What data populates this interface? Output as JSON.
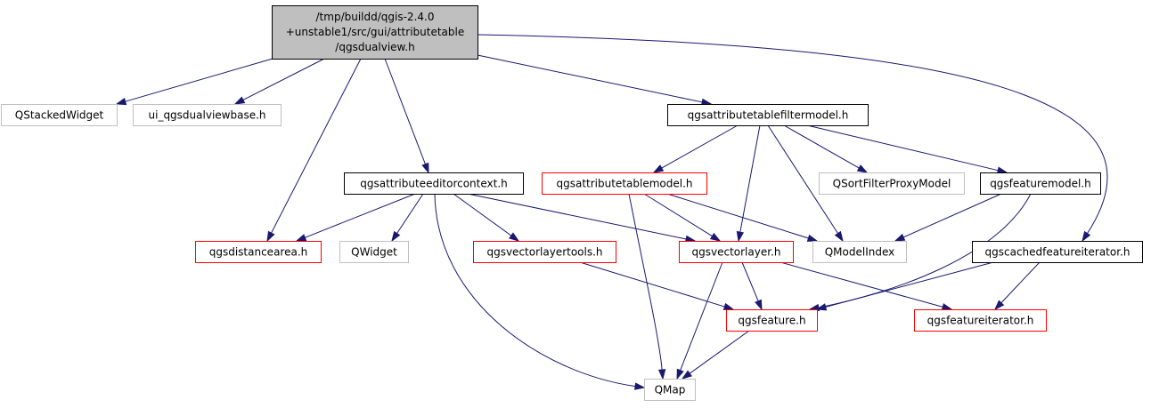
{
  "nodes": {
    "main": {
      "lines": [
        "/tmp/buildd/qgis-2.4.0",
        "+unstable1/src/gui/attributetable",
        "/qgsdualview.h"
      ],
      "border": "#000000",
      "fill": "#bfbfbf"
    },
    "qstackedwidget": {
      "label": "QStackedWidget",
      "border": "#bfbfbf"
    },
    "ui_qgsdualviewbase": {
      "label": "ui_qgsdualviewbase.h",
      "border": "#bfbfbf"
    },
    "qgsattributetablefiltermodel": {
      "label": "qgsattributetablefiltermodel.h",
      "border": "#000000"
    },
    "qgsattributeeditorcontext": {
      "label": "qgsattributeeditorcontext.h",
      "border": "#000000"
    },
    "qgsattributetablemodel": {
      "label": "qgsattributetablemodel.h",
      "border": "#ff0000"
    },
    "qsortfilterproxymodel": {
      "label": "QSortFilterProxyModel",
      "border": "#bfbfbf"
    },
    "qgsfeaturemodel": {
      "label": "qgsfeaturemodel.h",
      "border": "#000000"
    },
    "qgsdistancearea": {
      "label": "qgsdistancearea.h",
      "border": "#ff0000"
    },
    "qwidget": {
      "label": "QWidget",
      "border": "#bfbfbf"
    },
    "qgsvectorlayertools": {
      "label": "qgsvectorlayertools.h",
      "border": "#ff0000"
    },
    "qgsvectorlayer": {
      "label": "qgsvectorlayer.h",
      "border": "#ff0000"
    },
    "qmodelindex": {
      "label": "QModelIndex",
      "border": "#bfbfbf"
    },
    "qgscachedfeatureiterator": {
      "label": "qgscachedfeatureiterator.h",
      "border": "#000000"
    },
    "qgsfeature": {
      "label": "qgsfeature.h",
      "border": "#ff0000"
    },
    "qgsfeatureiterator": {
      "label": "qgsfeatureiterator.h",
      "border": "#ff0000"
    },
    "qmap": {
      "label": "QMap",
      "border": "#bfbfbf"
    }
  },
  "edges": [
    {
      "from": "main",
      "to": "qstackedwidget"
    },
    {
      "from": "main",
      "to": "ui_qgsdualviewbase"
    },
    {
      "from": "main",
      "to": "qgsdistancearea"
    },
    {
      "from": "main",
      "to": "qgsattributeeditorcontext"
    },
    {
      "from": "main",
      "to": "qgsattributetablefiltermodel"
    },
    {
      "from": "main",
      "to": "qgscachedfeatureiterator"
    },
    {
      "from": "qgsattributetablefiltermodel",
      "to": "qgsattributetablemodel"
    },
    {
      "from": "qgsattributetablefiltermodel",
      "to": "qgsvectorlayer"
    },
    {
      "from": "qgsattributetablefiltermodel",
      "to": "qmodelindex"
    },
    {
      "from": "qgsattributetablefiltermodel",
      "to": "qsortfilterproxymodel"
    },
    {
      "from": "qgsattributetablefiltermodel",
      "to": "qgsfeaturemodel"
    },
    {
      "from": "qgsattributeeditorcontext",
      "to": "qgsdistancearea"
    },
    {
      "from": "qgsattributeeditorcontext",
      "to": "qwidget"
    },
    {
      "from": "qgsattributeeditorcontext",
      "to": "qgsvectorlayertools"
    },
    {
      "from": "qgsattributeeditorcontext",
      "to": "qgsvectorlayer"
    },
    {
      "from": "qgsattributeeditorcontext",
      "to": "qmap"
    },
    {
      "from": "qgsattributetablemodel",
      "to": "qgsvectorlayer"
    },
    {
      "from": "qgsattributetablemodel",
      "to": "qmodelindex"
    },
    {
      "from": "qgsattributetablemodel",
      "to": "qmap"
    },
    {
      "from": "qgsfeaturemodel",
      "to": "qmodelindex"
    },
    {
      "from": "qgsfeaturemodel",
      "to": "qgsfeature"
    },
    {
      "from": "qgsvectorlayertools",
      "to": "qgsfeature"
    },
    {
      "from": "qgsvectorlayer",
      "to": "qgsfeature"
    },
    {
      "from": "qgsvectorlayer",
      "to": "qgsfeatureiterator"
    },
    {
      "from": "qgsvectorlayer",
      "to": "qmap"
    },
    {
      "from": "qgscachedfeatureiterator",
      "to": "qgsfeature"
    },
    {
      "from": "qgscachedfeatureiterator",
      "to": "qgsfeatureiterator"
    },
    {
      "from": "qgsfeature",
      "to": "qmap"
    }
  ]
}
